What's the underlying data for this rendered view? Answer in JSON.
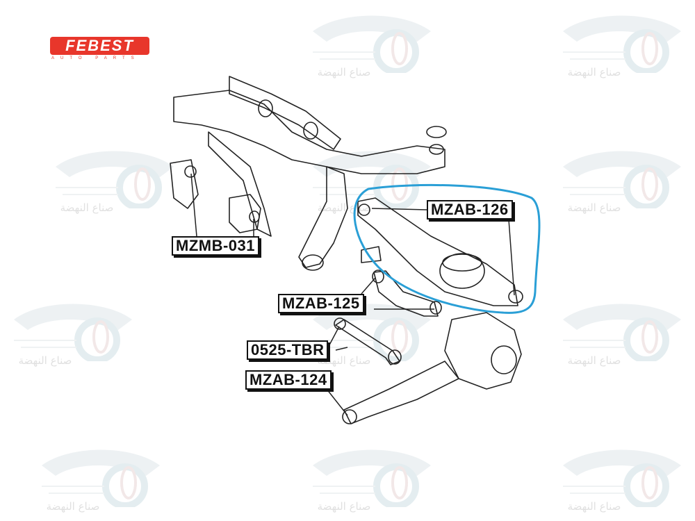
{
  "logo": {
    "brand": "FEBEST",
    "tagline": "AUTO PARTS"
  },
  "watermark": {
    "text": "صناع النهضة"
  },
  "labels": {
    "mzmb_031": "MZMB-031",
    "mzab_126": "MZAB-126",
    "mzab_125": "MZAB-125",
    "tbr_0525": "0525-TBR",
    "mzab_124": "MZAB-124"
  },
  "colors": {
    "highlight": "#2a9fd6",
    "brand": "#e8362b"
  }
}
